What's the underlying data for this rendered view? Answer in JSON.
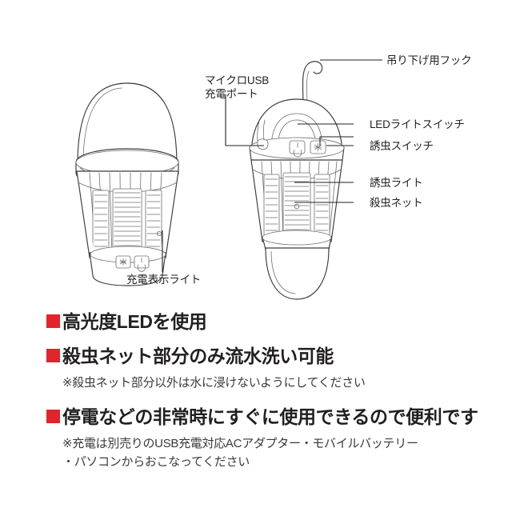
{
  "page": {
    "background": "#ffffff",
    "ink": "#231f20",
    "accent_red": "#e3242b"
  },
  "diagram": {
    "title_alt": "rechargeable-led-lantern-mosquito-zapper-diagram",
    "left_product": {
      "name": "lantern-upright-view",
      "buttons": [
        {
          "icon": "bug-light-starburst-icon",
          "glyph": "✳"
        },
        {
          "icon": "power-icon",
          "glyph": "⏻"
        }
      ]
    },
    "right_product": {
      "name": "lantern-inverted-view",
      "buttons": [
        {
          "icon": "power-icon",
          "glyph": "⏻"
        },
        {
          "icon": "bug-light-starburst-icon",
          "glyph": "✳"
        }
      ]
    },
    "callouts": [
      {
        "id": "hook",
        "label": "吊り下げ用フック"
      },
      {
        "id": "usb",
        "label": "マイクロUSB\n充電ポート"
      },
      {
        "id": "led-switch",
        "label": "LEDライトスイッチ"
      },
      {
        "id": "bug-switch",
        "label": "誘虫スイッチ"
      },
      {
        "id": "bug-light",
        "label": "誘虫ライト"
      },
      {
        "id": "kill-net",
        "label": "殺虫ネット"
      },
      {
        "id": "charge-light",
        "label": "充電表示ライト"
      }
    ]
  },
  "features": [
    {
      "id": "high-brightness-led",
      "headline": "高光度LEDを使用",
      "notes": []
    },
    {
      "id": "washable-net",
      "headline": "殺虫ネット部分のみ流水洗い可能",
      "notes": [
        "※殺虫ネット部分以外は水に浸けないようにしてください"
      ]
    },
    {
      "id": "emergency-use",
      "headline": "停電などの非常時にすぐに使用できるので便利です",
      "notes": [
        "※充電は別売りのUSB充電対応ACアダプター・モバイルバッテリー",
        "・パソコンからおこなってください"
      ]
    }
  ]
}
